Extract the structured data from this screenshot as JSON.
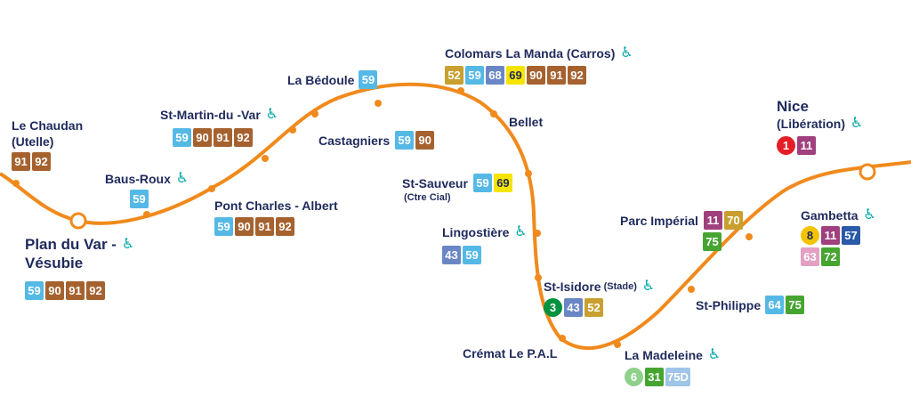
{
  "colors": {
    "line": "#f08a1c",
    "text": "#1f2a5c",
    "accessible_icon": "#00a6a6"
  },
  "route_colors": {
    "59": "#55b9e6",
    "90": "#a5622f",
    "91": "#a5622f",
    "92": "#a5622f",
    "52": "#c9a02f",
    "68": "#6a86c4",
    "69": "#f5e400",
    "43": "#6a86c4",
    "11": "#a0407f",
    "70": "#c9a02f",
    "75": "#46a530",
    "57": "#2a5aa8",
    "63": "#e3a0c3",
    "72": "#46a530",
    "64": "#55b9e6",
    "31": "#46a530",
    "75D": "#9fc5e8",
    "1": "#e41e26",
    "3": "#00923f",
    "6": "#8fd08a",
    "8": "#f5c400"
  },
  "terminus_icon": "circle-terminus",
  "stop_icon": "dot-stop",
  "accessible_icon_name": "wheelchair-icon",
  "stops": [
    {
      "id": "le-chaudan",
      "name": "Le Chaudan",
      "sub": "(Utelle)",
      "accessible": false,
      "routes": [
        "91",
        "92"
      ]
    },
    {
      "id": "baus-roux",
      "name": "Baus-Roux",
      "accessible": true,
      "routes": [
        "59"
      ]
    },
    {
      "id": "plan-du-var",
      "name": "Plan du Var -",
      "name2": "Vésubie",
      "accessible": true,
      "routes": [
        "59",
        "90",
        "91",
        "92"
      ]
    },
    {
      "id": "st-martin-du-var",
      "name": "St-Martin-du -Var",
      "accessible": true,
      "routes": [
        "59",
        "90",
        "91",
        "92"
      ]
    },
    {
      "id": "pont-charles-albert",
      "name": "Pont Charles - Albert",
      "accessible": false,
      "routes": [
        "59",
        "90",
        "91",
        "92"
      ]
    },
    {
      "id": "la-bedoule",
      "name": "La Bédoule",
      "accessible": false,
      "routes": [
        "59"
      ]
    },
    {
      "id": "castagniers",
      "name": "Castagniers",
      "accessible": false,
      "routes": [
        "59",
        "90"
      ]
    },
    {
      "id": "colomars",
      "name": "Colomars La Manda (Carros)",
      "accessible": true,
      "routes": [
        "52",
        "59",
        "68",
        "69",
        "90",
        "91",
        "92"
      ]
    },
    {
      "id": "bellet",
      "name": "Bellet",
      "accessible": false,
      "routes": []
    },
    {
      "id": "st-sauveur",
      "name": "St-Sauveur",
      "sub": "(Ctre Cial)",
      "accessible": false,
      "routes": [
        "59",
        "69"
      ]
    },
    {
      "id": "lingostiere",
      "name": "Lingostière",
      "accessible": true,
      "routes": [
        "43",
        "59"
      ]
    },
    {
      "id": "st-isidore",
      "name": "St-Isidore",
      "sub_inline": "(Stade)",
      "accessible": true,
      "routes": [
        "3",
        "43",
        "52"
      ]
    },
    {
      "id": "cremat",
      "name": "Crémat Le P.A.L",
      "accessible": false,
      "routes": []
    },
    {
      "id": "la-madeleine",
      "name": "La Madeleine",
      "accessible": true,
      "routes": [
        "6",
        "31",
        "75D"
      ]
    },
    {
      "id": "st-philippe",
      "name": "St-Philippe",
      "accessible": false,
      "routes": [
        "64",
        "75"
      ]
    },
    {
      "id": "parc-imperial",
      "name": "Parc Impérial",
      "accessible": false,
      "routes": [
        "11",
        "70"
      ],
      "routes2": [
        "75"
      ]
    },
    {
      "id": "gambetta",
      "name": "Gambetta",
      "accessible": true,
      "routes": [
        "8",
        "11",
        "57"
      ],
      "routes2": [
        "63",
        "72"
      ]
    },
    {
      "id": "nice",
      "name": "Nice",
      "sub": "(Libération)",
      "accessible": true,
      "routes": [
        "1",
        "11"
      ]
    }
  ]
}
